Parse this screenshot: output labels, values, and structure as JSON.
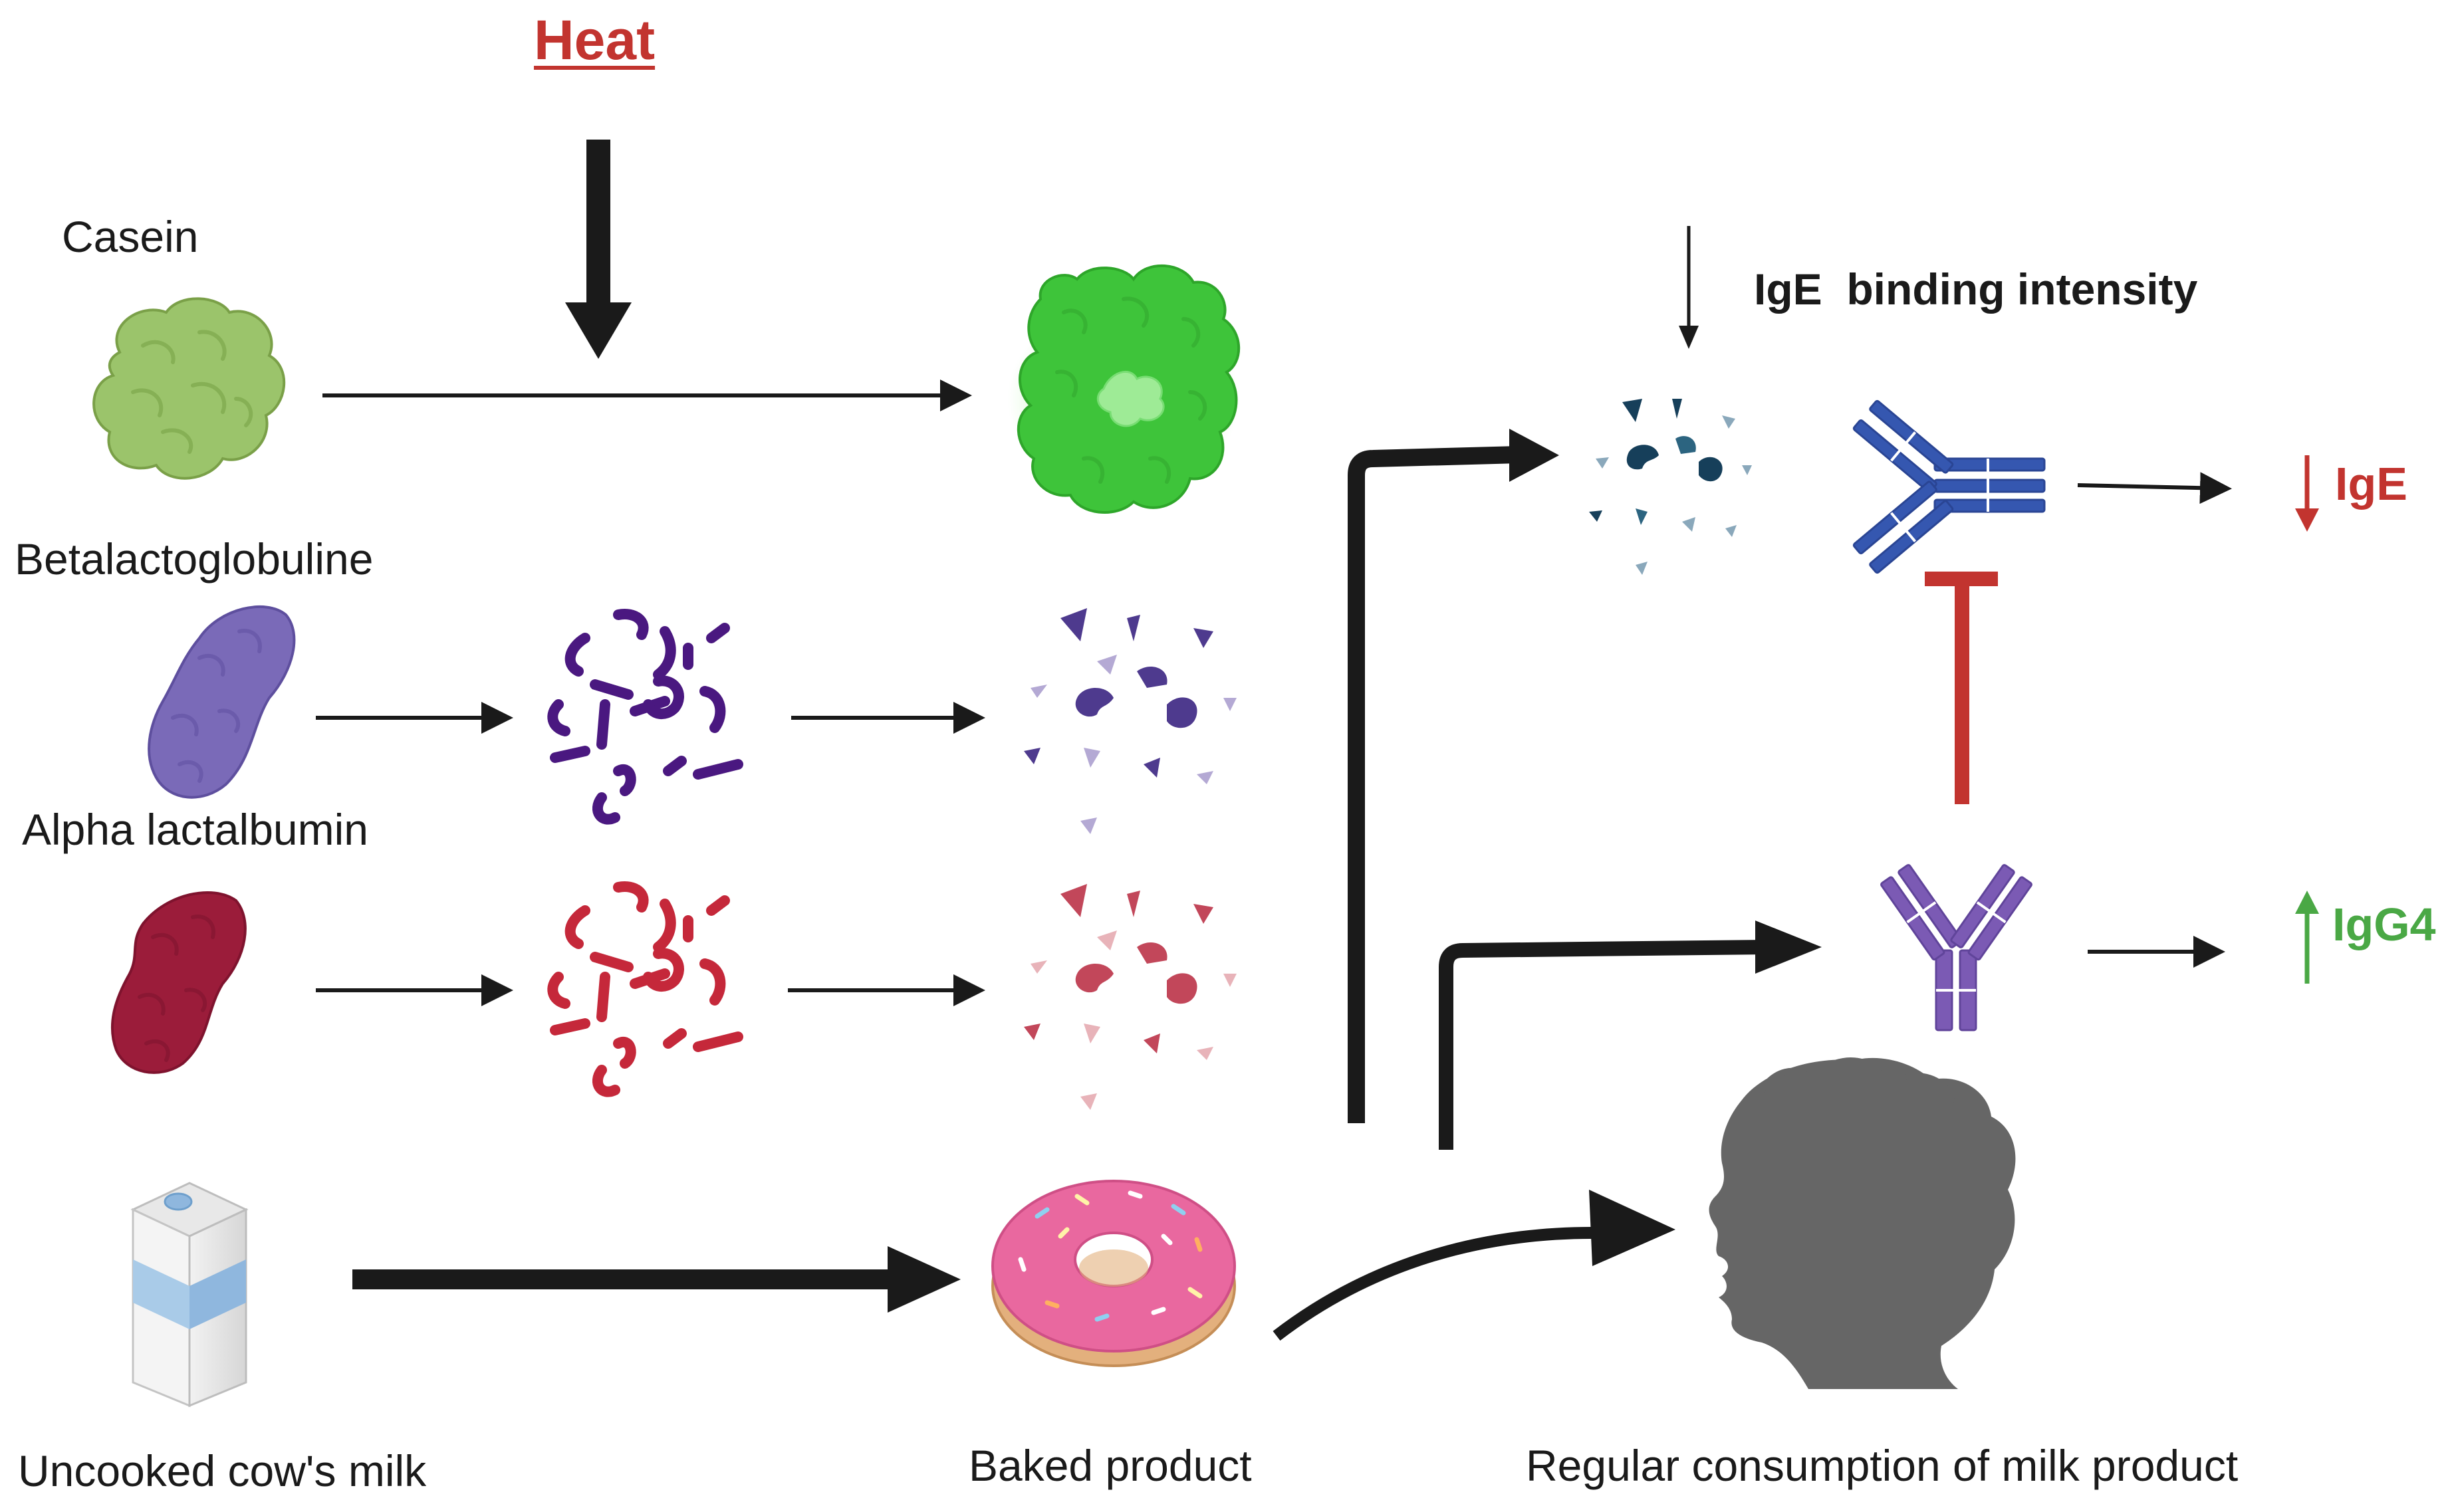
{
  "labels": {
    "heat": "Heat",
    "casein": "Casein",
    "betalactoglobuline": "Betalactoglobuline",
    "alpha_lactalbumin": "Alpha lactalbumin",
    "uncooked_milk": "Uncooked cow's milk",
    "baked_product": "Baked product",
    "regular_consumption": "Regular consumption of milk product",
    "ige_binding": "IgE  binding intensity",
    "ige": "IgE",
    "igg4": "IgG4"
  },
  "colors": {
    "heat": "#c2342f",
    "casein": "#9bc46b",
    "casein_heated": "#3ec43a",
    "betalactoglobuline": "#7a6ab8",
    "beta_strands": "#4a1880",
    "alpha_lactalbumin": "#9b1c3a",
    "alpha_strands": "#c5283a",
    "fragments_dark": "#163f5a",
    "antibody_ige": "#3557b0",
    "antibody_igg4": "#7b5ab4",
    "inhibition": "#c2342f",
    "ige_down_arrow": "#c2342f",
    "igg4_up_arrow": "#4aa845",
    "head": "#666666",
    "donut_glaze": "#e9689f",
    "donut_dough": "#e3b07d",
    "arrow": "#1a1a1a"
  },
  "icons": [
    "casein-protein-icon",
    "heated-casein-icon",
    "beta-lactoglobulin-protein-icon",
    "alpha-lactalbumin-protein-icon",
    "unfolded-protein-icon",
    "peptide-fragments-icon",
    "milk-carton-icon",
    "donut-icon",
    "ige-antibody-icon",
    "igg4-antibody-icon",
    "child-head-icon"
  ]
}
